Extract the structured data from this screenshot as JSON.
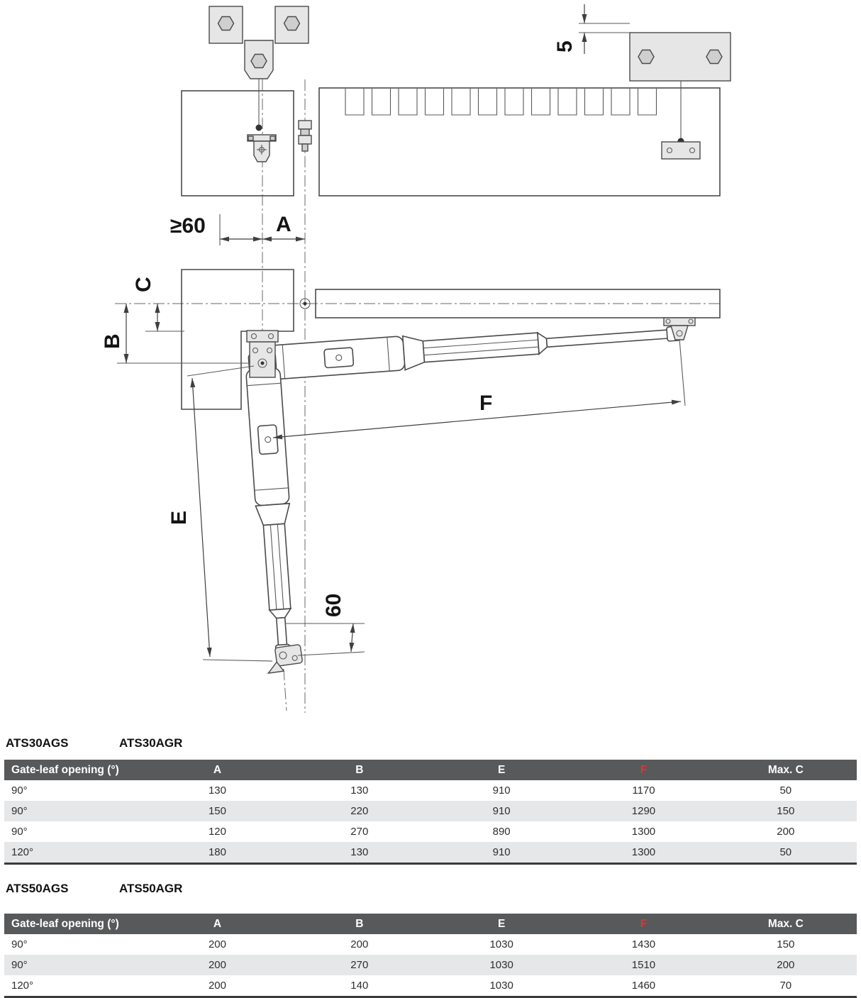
{
  "diagram": {
    "labels": {
      "offset_5": "5",
      "min_60": "≥60",
      "dim_a": "A",
      "dim_c": "C",
      "dim_b": "B",
      "dim_e": "E",
      "dim_f": "F",
      "dim_60": "60"
    }
  },
  "sections": [
    {
      "titles": [
        "ATS30AGS",
        "ATS30AGR"
      ],
      "table": {
        "headers": [
          "Gate-leaf opening (°)",
          "A",
          "B",
          "E",
          "F",
          "Max. C"
        ],
        "rows": [
          [
            "90°",
            "130",
            "130",
            "910",
            "1170",
            "50"
          ],
          [
            "90°",
            "150",
            "220",
            "910",
            "1290",
            "150"
          ],
          [
            "90°",
            "120",
            "270",
            "890",
            "1300",
            "200"
          ],
          [
            "120°",
            "180",
            "130",
            "910",
            "1300",
            "50"
          ]
        ]
      }
    },
    {
      "titles": [
        "ATS50AGS",
        "ATS50AGR"
      ],
      "table": {
        "headers": [
          "Gate-leaf opening (°)",
          "A",
          "B",
          "E",
          "F",
          "Max. C"
        ],
        "rows": [
          [
            "90°",
            "200",
            "200",
            "1030",
            "1430",
            "150"
          ],
          [
            "90°",
            "200",
            "270",
            "1030",
            "1510",
            "200"
          ],
          [
            "120°",
            "200",
            "140",
            "1030",
            "1460",
            "70"
          ]
        ]
      }
    }
  ],
  "colors": {
    "table_header_bg": "#58595b",
    "table_header_text": "#ffffff",
    "f_column_red": "#e6332a",
    "row_alt_bg": "#e6e7e8",
    "drawing_line": "#4a4a4a",
    "table_bottom_border": "#3a3a3a"
  }
}
